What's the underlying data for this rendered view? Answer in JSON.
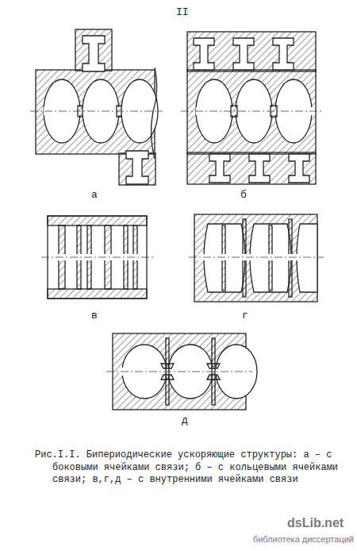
{
  "diagram": {
    "caption": "Рис.I.I. Бипериодические ускоряющие структуры: а – с боковыми ячейками связи; б – с кольцевыми ячейками связи; в,г,д – с внутренними ячейками связи",
    "labels": [
      "II",
      "а",
      "б",
      "в",
      "г",
      "д",
      "dsLib.net",
      "библиотека диссертаций"
    ]
  }
}
